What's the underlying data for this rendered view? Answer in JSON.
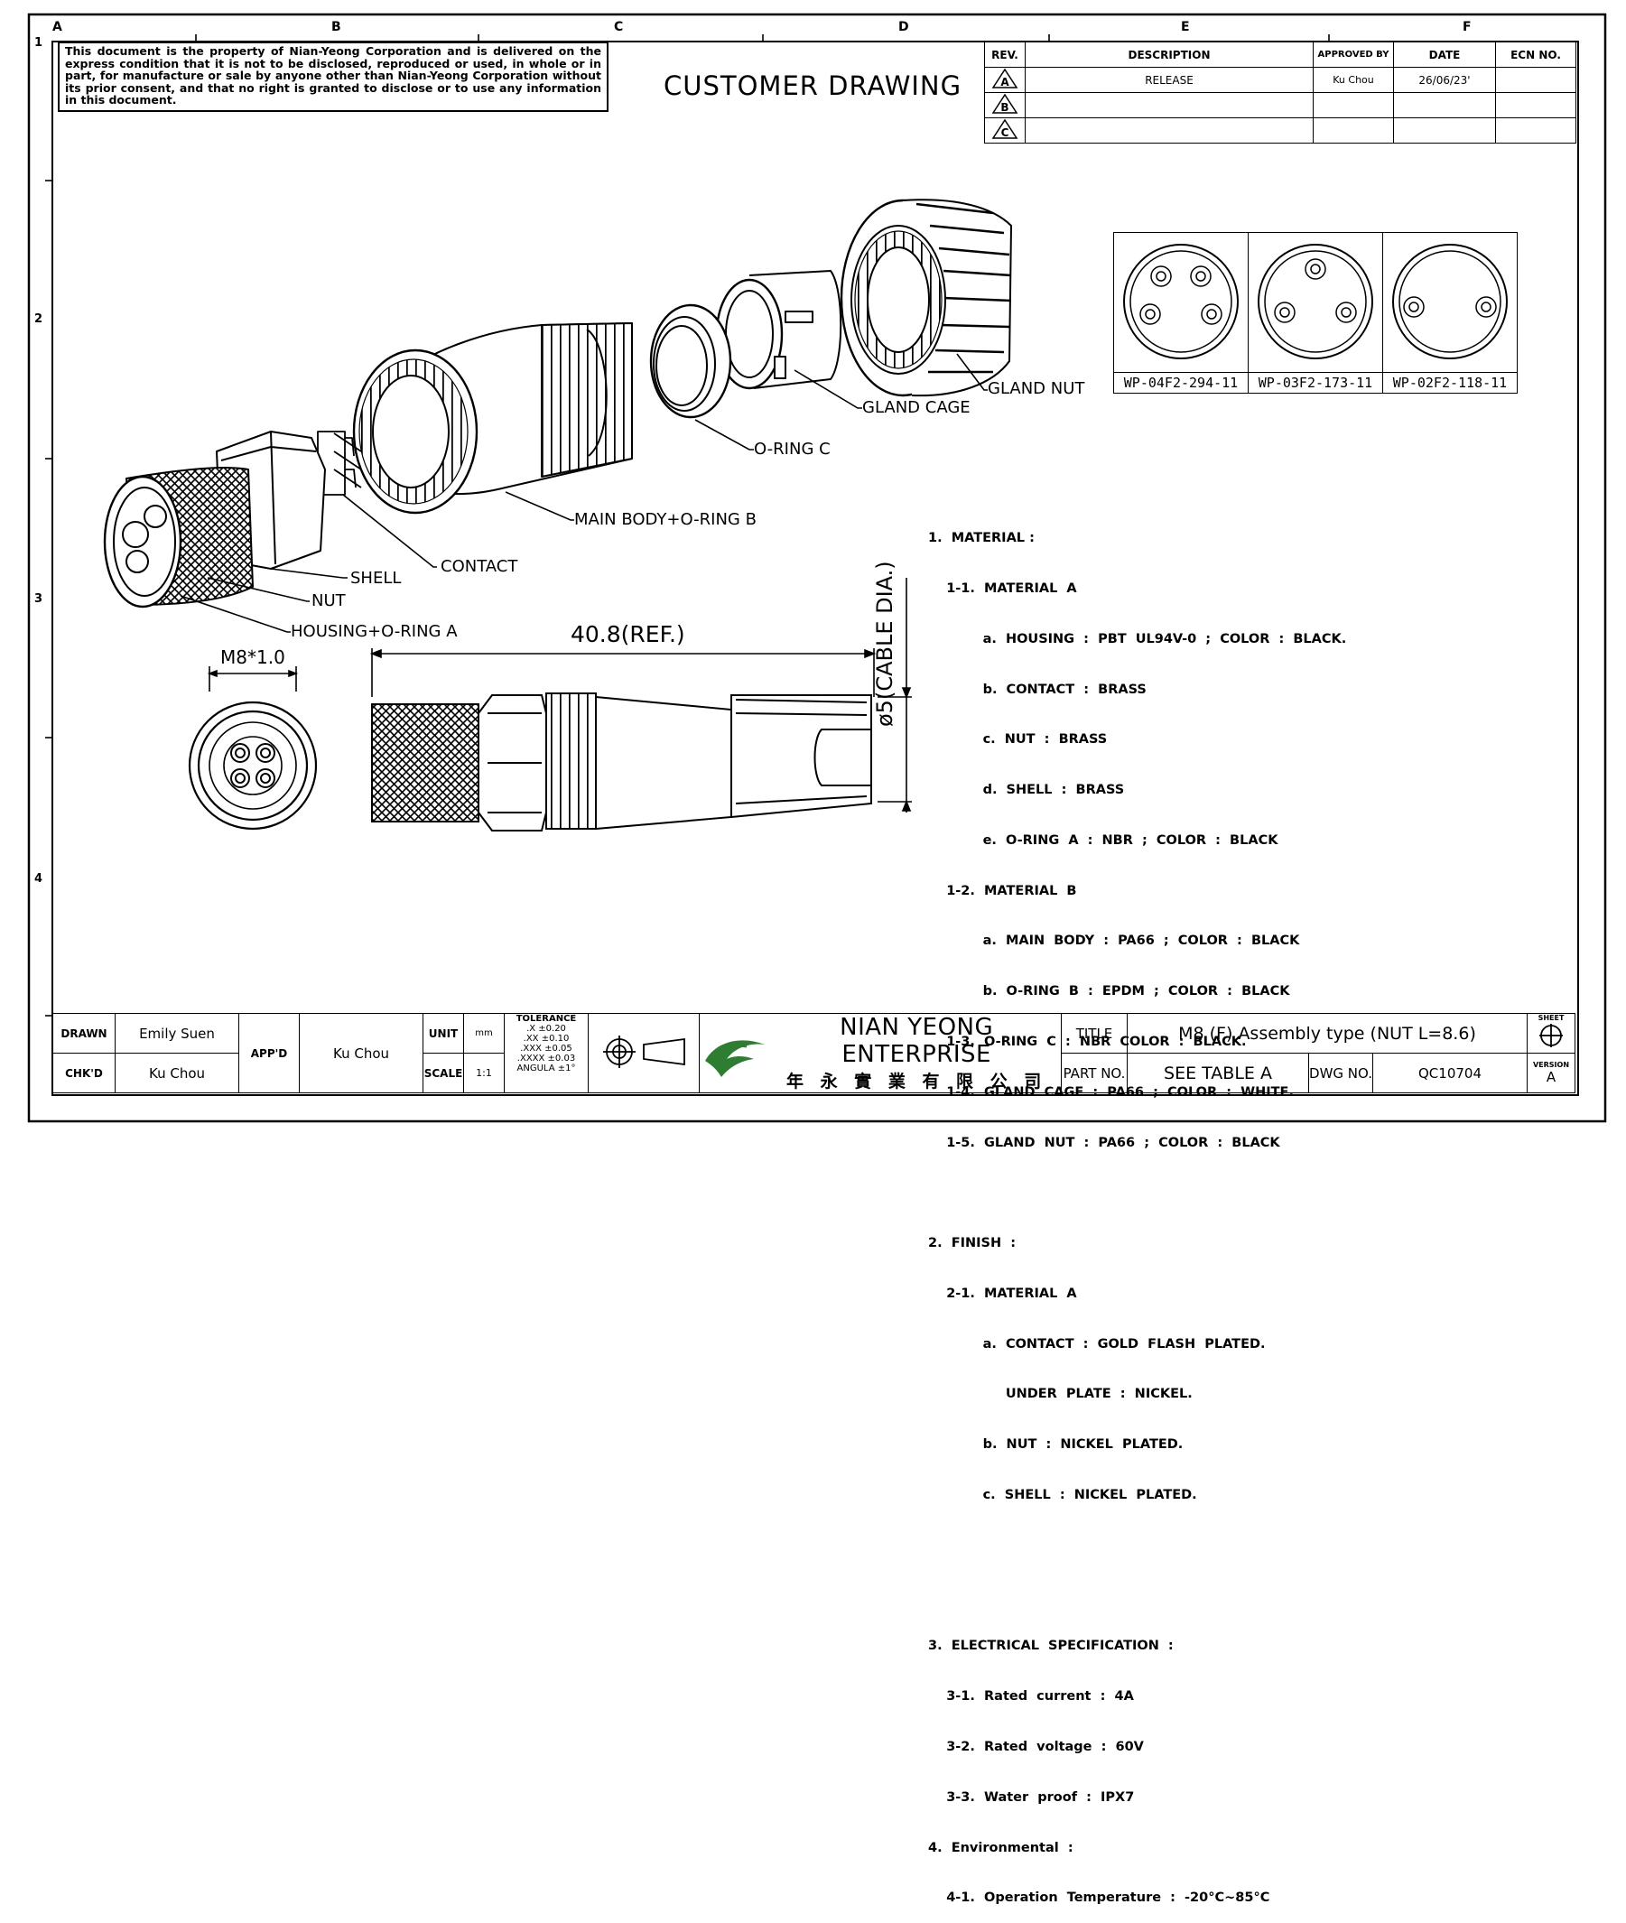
{
  "zones": {
    "letters": [
      "A",
      "B",
      "C",
      "D",
      "E",
      "F"
    ],
    "numbers": [
      "1",
      "2",
      "3",
      "4"
    ]
  },
  "notice": "This document is the property of Nian-Yeong Corporation and is delivered on the express condition that it is not to be disclosed, reproduced or used, in whole or in part, for manufacture or sale by anyone other than Nian-Yeong Corporation without its prior consent, and that no right is granted to disclose or to use any information in this document.",
  "drawing_title": "CUSTOMER DRAWING",
  "revision_table": {
    "headers": [
      "REV.",
      "DESCRIPTION",
      "APPROVED BY",
      "DATE",
      "ECN NO."
    ],
    "rows": [
      {
        "rev": "A",
        "description": "RELEASE",
        "approved_by": "Ku Chou",
        "date": "26/06/23'",
        "ecn": ""
      },
      {
        "rev": "B",
        "description": "",
        "approved_by": "",
        "date": "",
        "ecn": ""
      },
      {
        "rev": "C",
        "description": "",
        "approved_by": "",
        "date": "",
        "ecn": ""
      }
    ]
  },
  "part_numbers": [
    {
      "pn": "WP-04F2-294-11",
      "pins": 4
    },
    {
      "pn": "WP-03F2-173-11",
      "pins": 3
    },
    {
      "pn": "WP-02F2-118-11",
      "pins": 2
    }
  ],
  "callouts": {
    "gland_nut": "GLAND NUT",
    "gland_cage": "GLAND CAGE",
    "o_ring_c": "O-RING C",
    "main_body": "MAIN BODY+O-RING B",
    "contact": "CONTACT",
    "shell": "SHELL",
    "nut": "NUT",
    "housing": "HOUSING+O-RING A"
  },
  "dimensions": {
    "thread": "M8*1.0",
    "length": "40.8(REF.)",
    "cable_dia": "ø5(CABLE DIA.)"
  },
  "notes": [
    "1.  MATERIAL :",
    "    1-1.  MATERIAL  A",
    "            a.  HOUSING  :  PBT  UL94V-0  ;  COLOR  :  BLACK.",
    "            b.  CONTACT  :  BRASS",
    "            c.  NUT  :  BRASS",
    "            d.  SHELL  :  BRASS",
    "            e.  O-RING  A  :  NBR  ;  COLOR  :  BLACK",
    "    1-2.  MATERIAL  B",
    "            a.  MAIN  BODY  :  PA66  ;  COLOR  :  BLACK",
    "            b.  O-RING  B  :  EPDM  ;  COLOR  :  BLACK",
    "    1-3.  O-RING  C  :  NBR  COLOR  :  BLACK.",
    "    1-4.  GLAND  CAGE  :  PA66  ;  COLOR  :  WHITE.",
    "    1-5.  GLAND  NUT  :  PA66  ;  COLOR  :  BLACK",
    "",
    "2.  FINISH  :",
    "    2-1.  MATERIAL  A",
    "            a.  CONTACT  :  GOLD  FLASH  PLATED.",
    "                 UNDER  PLATE  :  NICKEL.",
    "            b.  NUT  :  NICKEL  PLATED.",
    "            c.  SHELL  :  NICKEL  PLATED.",
    "",
    "",
    "3.  ELECTRICAL  SPECIFICATION  :",
    "    3-1.  Rated  current  :  4A",
    "    3-2.  Rated  voltage  :  60V",
    "    3-3.  Water  proof  :  IPX7",
    "4.  Environmental  :",
    "    4-1.  Operation  Temperature  :  -20°C~85°C"
  ],
  "title_block": {
    "drawn_label": "DRAWN",
    "drawn": "Emily Suen",
    "chkd_label": "CHK'D",
    "chkd": "Ku Chou",
    "appd_label": "APP'D",
    "appd": "Ku Chou",
    "unit_label": "UNIT",
    "unit": "mm",
    "scale_label": "SCALE",
    "scale": "1:1",
    "tolerance_label": "TOLERANCE",
    "tolerances": [
      ".X  ±0.20",
      ".XX  ±0.10",
      ".XXX  ±0.05",
      ".XXXX  ±0.03",
      "ANGULA  ±1°"
    ],
    "company": "NIAN YEONG ENTERPRISE",
    "company_cn": "年 永 實 業 有 限 公 司",
    "title_label": "TITLE",
    "title": "M8 (F) Assembly type (NUT L=8.6)",
    "part_no_label": "PART NO.",
    "part_no": "SEE TABLE A",
    "dwg_no_label": "DWG NO.",
    "dwg_no": "QC10704",
    "sheet_label": "SHEET",
    "version_label": "VERSION",
    "version": "A"
  },
  "colors": {
    "ink": "#000000",
    "logo_green": "#2e7d32"
  }
}
